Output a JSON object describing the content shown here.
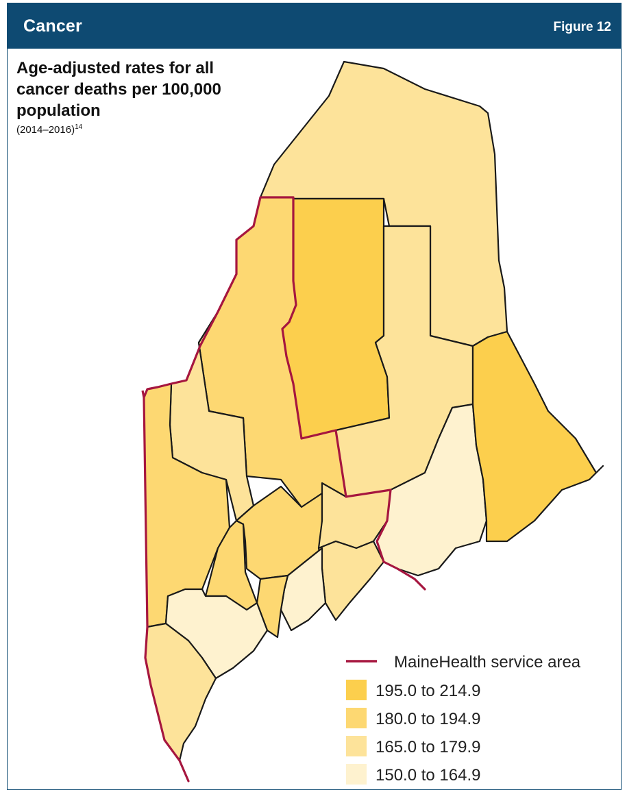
{
  "header": {
    "title": "Cancer",
    "figure_label": "Figure 12"
  },
  "map": {
    "title": "Age-adjusted rates for all cancer deaths per 100,000 population",
    "subtitle": "(2014–2016)",
    "subtitle_ref": "14"
  },
  "legend": {
    "service_area_label": "MaineHealth service area",
    "service_area_color": "#a6163f",
    "bins": [
      {
        "label": "195.0 to 214.9",
        "color": "#fccf4d"
      },
      {
        "label": "180.0 to 194.9",
        "color": "#fdd872"
      },
      {
        "label": "165.0 to 179.9",
        "color": "#fde39a"
      },
      {
        "label": "150.0 to 164.9",
        "color": "#fef2cf"
      }
    ]
  },
  "colors": {
    "header_bg": "#0e4a72",
    "county_border": "#1a1a1a"
  }
}
